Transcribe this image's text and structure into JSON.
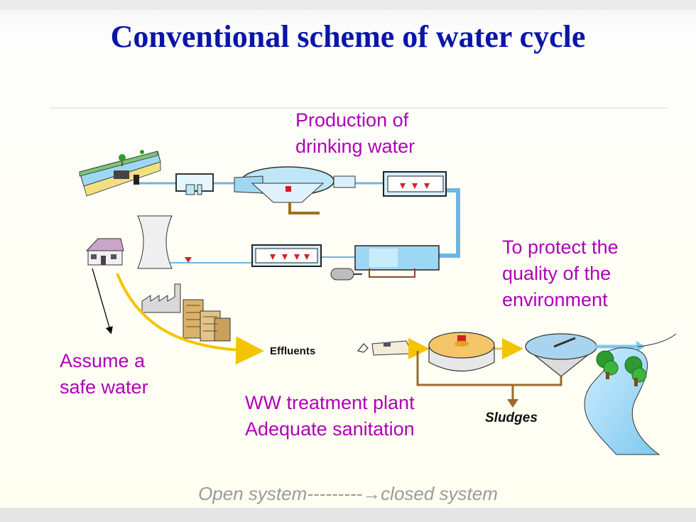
{
  "title": "Conventional scheme of water cycle",
  "labels": {
    "production": [
      "Production of",
      "drinking water"
    ],
    "protect": [
      "To protect the",
      "quality of the",
      "environment"
    ],
    "assume": [
      "Assume a",
      "safe water"
    ],
    "ww": [
      "WW treatment plant",
      "Adequate sanitation"
    ],
    "effluents": "Effluents",
    "sludges": "Sludges"
  },
  "footer": "Open system---------→closed system",
  "colors": {
    "title": "#0a16a8",
    "label": "#b000b8",
    "effluent_arrow": "#f5c400",
    "sludge_line": "#9a6a30",
    "water": "#7ec8ee"
  }
}
